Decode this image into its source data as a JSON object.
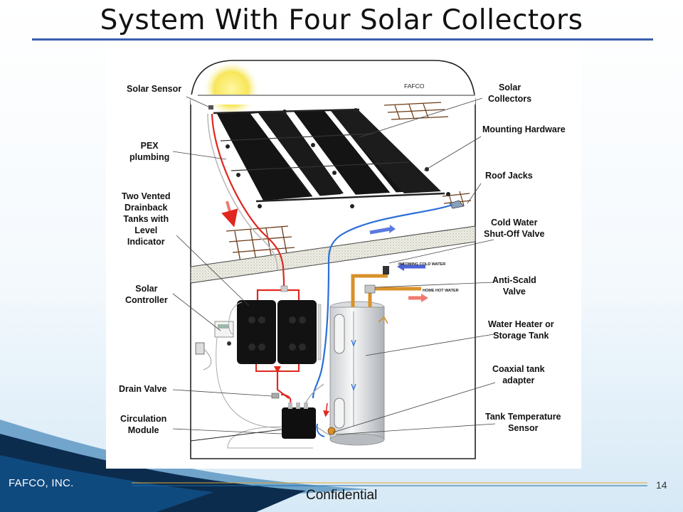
{
  "slide": {
    "title": "System With Four Solar Collectors",
    "footer_company": "FAFCO, INC.",
    "footer_confidential": "Confidential",
    "page_number": "14"
  },
  "diagram": {
    "panel_brand": "FAFCO",
    "incoming_cold_water": "INCOMING COLD WATER",
    "home_hot_water": "HOME HOT WATER",
    "labels": {
      "solar_sensor": "Solar Sensor",
      "pex_plumbing": "PEX\nplumbing",
      "drainback_tanks": "Two Vented\nDrainback\nTanks with\nLevel\nIndicator",
      "solar_controller": "Solar\nController",
      "drain_valve": "Drain Valve",
      "circulation_module": "Circulation\nModule",
      "solar_collectors": "Solar\nCollectors",
      "mounting_hardware": "Mounting Hardware",
      "roof_jacks": "Roof Jacks",
      "cold_water_shutoff": "Cold Water\nShut-Off Valve",
      "anti_scald": "Anti-Scald\nValve",
      "water_heater": "Water Heater or\nStorage Tank",
      "coaxial_adapter": "Coaxial tank\nadapter",
      "tank_temp_sensor": "Tank Temperature\nSensor"
    }
  },
  "colors": {
    "title_rule": "#3a5fb0",
    "hot_pipe": "#e0271f",
    "cold_pipe": "#2b6fd8",
    "copper_pipe": "#d8922a",
    "collector": "#141414",
    "swoosh_dark": "#0c2c4e",
    "swoosh_blue": "#1a6aa8"
  }
}
